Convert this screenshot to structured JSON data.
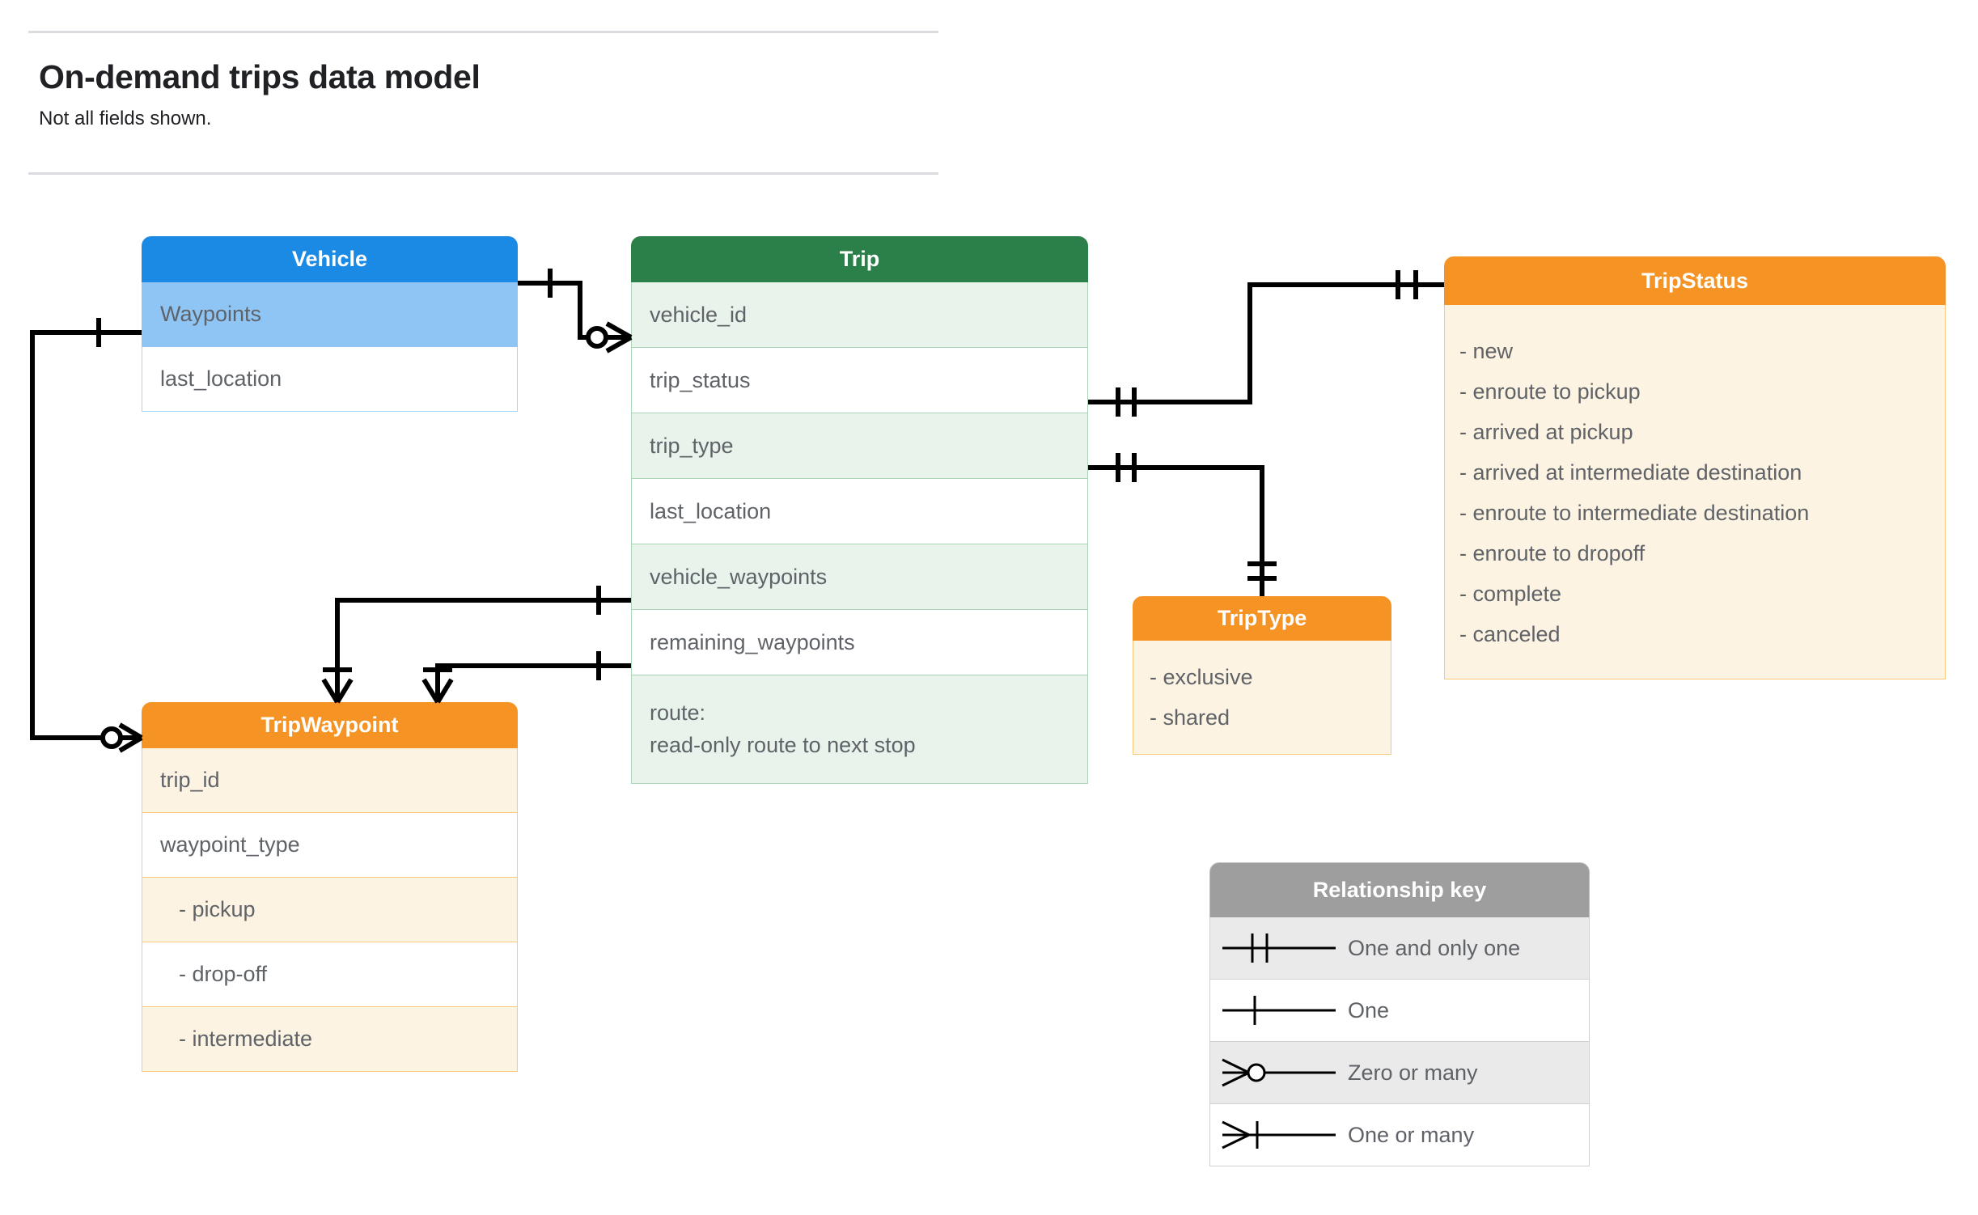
{
  "header": {
    "title": "On-demand trips data model",
    "subtitle": "Not all fields shown."
  },
  "entities": {
    "vehicle": {
      "name": "Vehicle",
      "color": "#1a8ae5",
      "fields": [
        {
          "label": "Waypoints"
        },
        {
          "label": "last_location"
        }
      ]
    },
    "trip": {
      "name": "Trip",
      "color": "#2a8048",
      "fields": [
        {
          "label": "vehicle_id"
        },
        {
          "label": "trip_status"
        },
        {
          "label": "trip_type"
        },
        {
          "label": "last_location"
        },
        {
          "label": "vehicle_waypoints"
        },
        {
          "label": "remaining_waypoints"
        }
      ],
      "route_line1": "route:",
      "route_line2": "read-only route to next stop"
    },
    "tripwaypoint": {
      "name": "TripWaypoint",
      "color": "#f59425",
      "fields": [
        {
          "label": "trip_id"
        },
        {
          "label": "waypoint_type"
        },
        {
          "label": "-  pickup"
        },
        {
          "label": "-  drop-off"
        },
        {
          "label": "-  intermediate"
        }
      ]
    },
    "tripstatus": {
      "name": "TripStatus",
      "color": "#f59425",
      "values": [
        "- new",
        "- enroute to pickup",
        "- arrived at pickup",
        "- arrived at intermediate destination",
        "- enroute to intermediate destination",
        "- enroute to dropoff",
        "- complete",
        "- canceled"
      ]
    },
    "triptype": {
      "name": "TripType",
      "color": "#f59425",
      "values": [
        "- exclusive",
        "- shared"
      ]
    }
  },
  "relationship_key": {
    "title": "Relationship key",
    "rows": [
      {
        "symbol": "one-and-only-one",
        "label": "One and only one"
      },
      {
        "symbol": "one",
        "label": "One"
      },
      {
        "symbol": "zero-or-many",
        "label": "Zero or many"
      },
      {
        "symbol": "one-or-many",
        "label": "One or many"
      }
    ]
  },
  "relationships": [
    {
      "from": "Vehicle.Waypoints",
      "from_card": "one",
      "to": "TripWaypoint",
      "to_card": "zero-or-many"
    },
    {
      "from": "Vehicle",
      "from_card": "one",
      "to": "Trip.vehicle_id",
      "to_card": "zero-or-many"
    },
    {
      "from": "Trip.trip_status",
      "from_card": "one-and-only-one",
      "to": "TripStatus",
      "to_card": "one-and-only-one"
    },
    {
      "from": "Trip.trip_type",
      "from_card": "one-and-only-one",
      "to": "TripType",
      "to_card": "one-and-only-one"
    },
    {
      "from": "Trip.vehicle_waypoints",
      "from_card": "one",
      "to": "TripWaypoint",
      "to_card": "one-or-many"
    },
    {
      "from": "Trip.remaining_waypoints",
      "from_card": "one",
      "to": "TripWaypoint",
      "to_card": "one-or-many"
    }
  ]
}
